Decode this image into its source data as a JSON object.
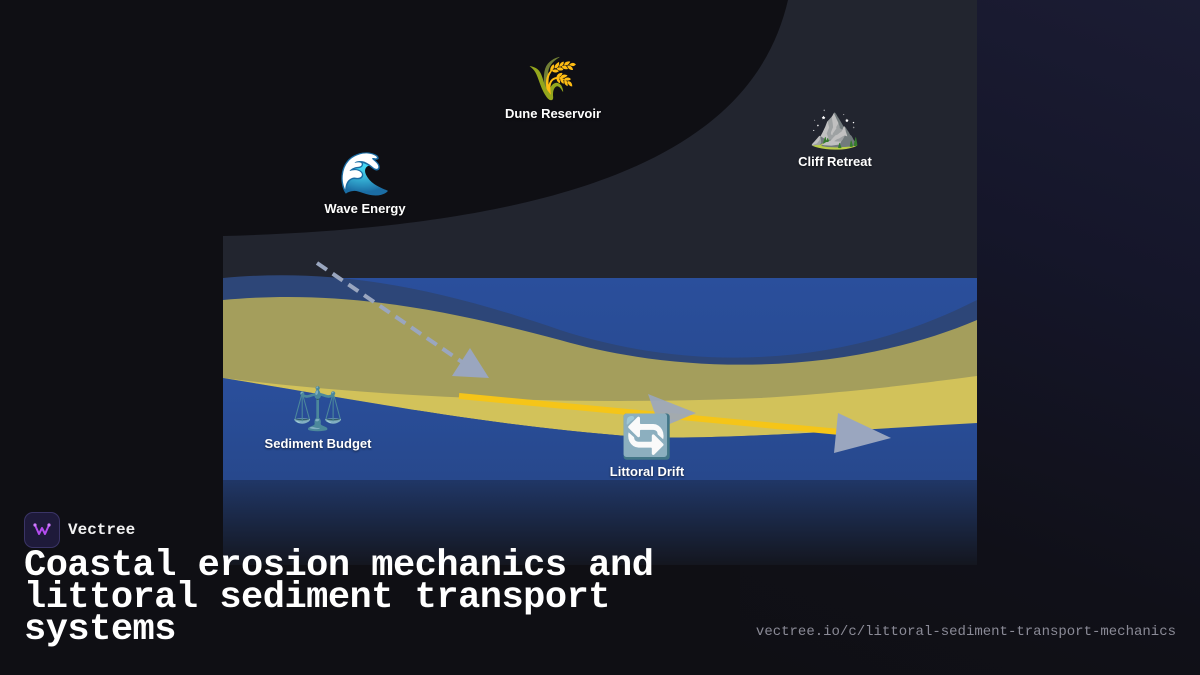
{
  "nodes": {
    "dune_reservoir": {
      "icon": "sheaf-of-rice-icon",
      "emoji": "🌾",
      "label": "Dune Reservoir"
    },
    "cliff_retreat": {
      "icon": "snow-capped-mountain-icon",
      "emoji": "⛰️",
      "label": "Cliff Retreat"
    },
    "wave_energy": {
      "icon": "water-wave-icon",
      "emoji": "🌊",
      "label": "Wave Energy"
    },
    "sediment_budget": {
      "icon": "balance-scale-icon",
      "emoji": "⚖️",
      "label": "Sediment Budget"
    },
    "littoral_drift": {
      "icon": "counterclockwise-arrows-icon",
      "emoji": "🔄",
      "label": "Littoral Drift"
    }
  },
  "brand": {
    "name": "Vectree",
    "logo_icon": "vectree-logo-icon"
  },
  "title": "Coastal erosion mechanics and littoral sediment transport systems",
  "url": "vectree.io/c/littoral-sediment-transport-mechanics",
  "colors": {
    "background": "#0f0f14",
    "sky_panel": "#22252f",
    "deep_water": "#2a4f9c",
    "shore_band": "#2d4678",
    "sand_dry": "#a49e5c",
    "sand_wet": "#d2c25a",
    "drift_arrow": "#f5c518",
    "arrowhead": "#9aa6bf"
  }
}
